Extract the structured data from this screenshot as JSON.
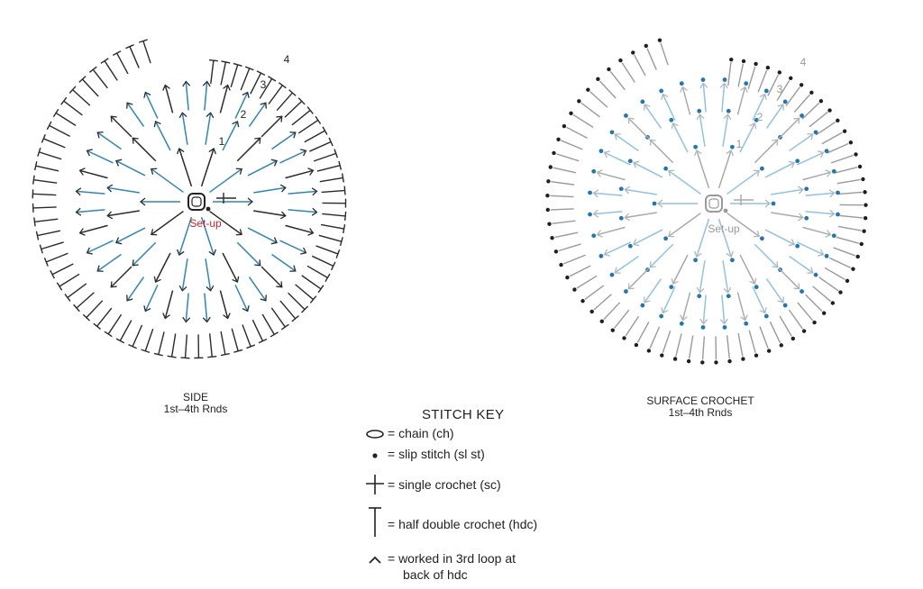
{
  "diagrams": [
    {
      "id": "side",
      "caption_line1": "SIDE",
      "caption_line2": "1st–4th Rnds",
      "center_label": "Set-up",
      "round_numbers": [
        "1",
        "2",
        "3",
        "4"
      ],
      "colors": {
        "outer": "#2a2a2a",
        "blue": "#2f86b5",
        "label": "#d2232a"
      }
    },
    {
      "id": "surface",
      "caption_line1": "SURFACE CROCHET",
      "caption_line2": "1st–4th Rnds",
      "center_label": "Set-up",
      "round_numbers": [
        "1",
        "2",
        "3",
        "4"
      ],
      "colors": {
        "outer": "#9a9a9a",
        "blue": "#8fc3e3",
        "dot": "#1f1f1f",
        "label": "#9a9a9a"
      }
    }
  ],
  "stitch_key": {
    "title": "STITCH KEY",
    "items": [
      {
        "symbol": "chain-oval-icon",
        "label": "= chain (ch)"
      },
      {
        "symbol": "dot-icon",
        "label": "= slip stitch (sl st)"
      },
      {
        "symbol": "cross-icon",
        "label": "= single crochet (sc)"
      },
      {
        "symbol": "t-bar-icon",
        "label": "= half double crochet (hdc)"
      },
      {
        "symbol": "caret-icon",
        "label": "= worked in 3rd loop at",
        "label_line2": "back of hdc"
      }
    ]
  }
}
